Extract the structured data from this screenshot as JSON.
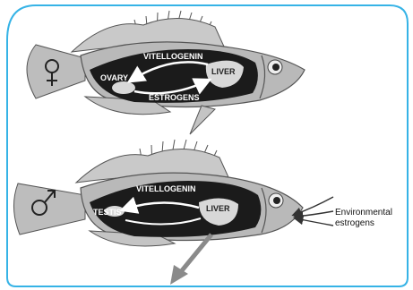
{
  "colors": {
    "frame": "#36b3e6",
    "fish_body": "#b9b9b9",
    "fish_outline": "#555555",
    "cavity": "#1b1b1b",
    "organ": "#d8d8d8",
    "arrow": "#8a8a8a"
  },
  "icons": {
    "female": "female-symbol-icon",
    "male": "male-symbol-icon"
  },
  "female_fish": {
    "labels": {
      "vitellogenin": "VITELLOGENIN",
      "ovary": "OVARY",
      "liver": "LIVER",
      "estrogens": "ESTROGENS"
    }
  },
  "male_fish": {
    "labels": {
      "vitellogenin": "VITELLOGENIN",
      "testis": "TESTIS",
      "liver": "LIVER"
    }
  },
  "external": {
    "line1": "Environmental",
    "line2": "estrogens"
  }
}
